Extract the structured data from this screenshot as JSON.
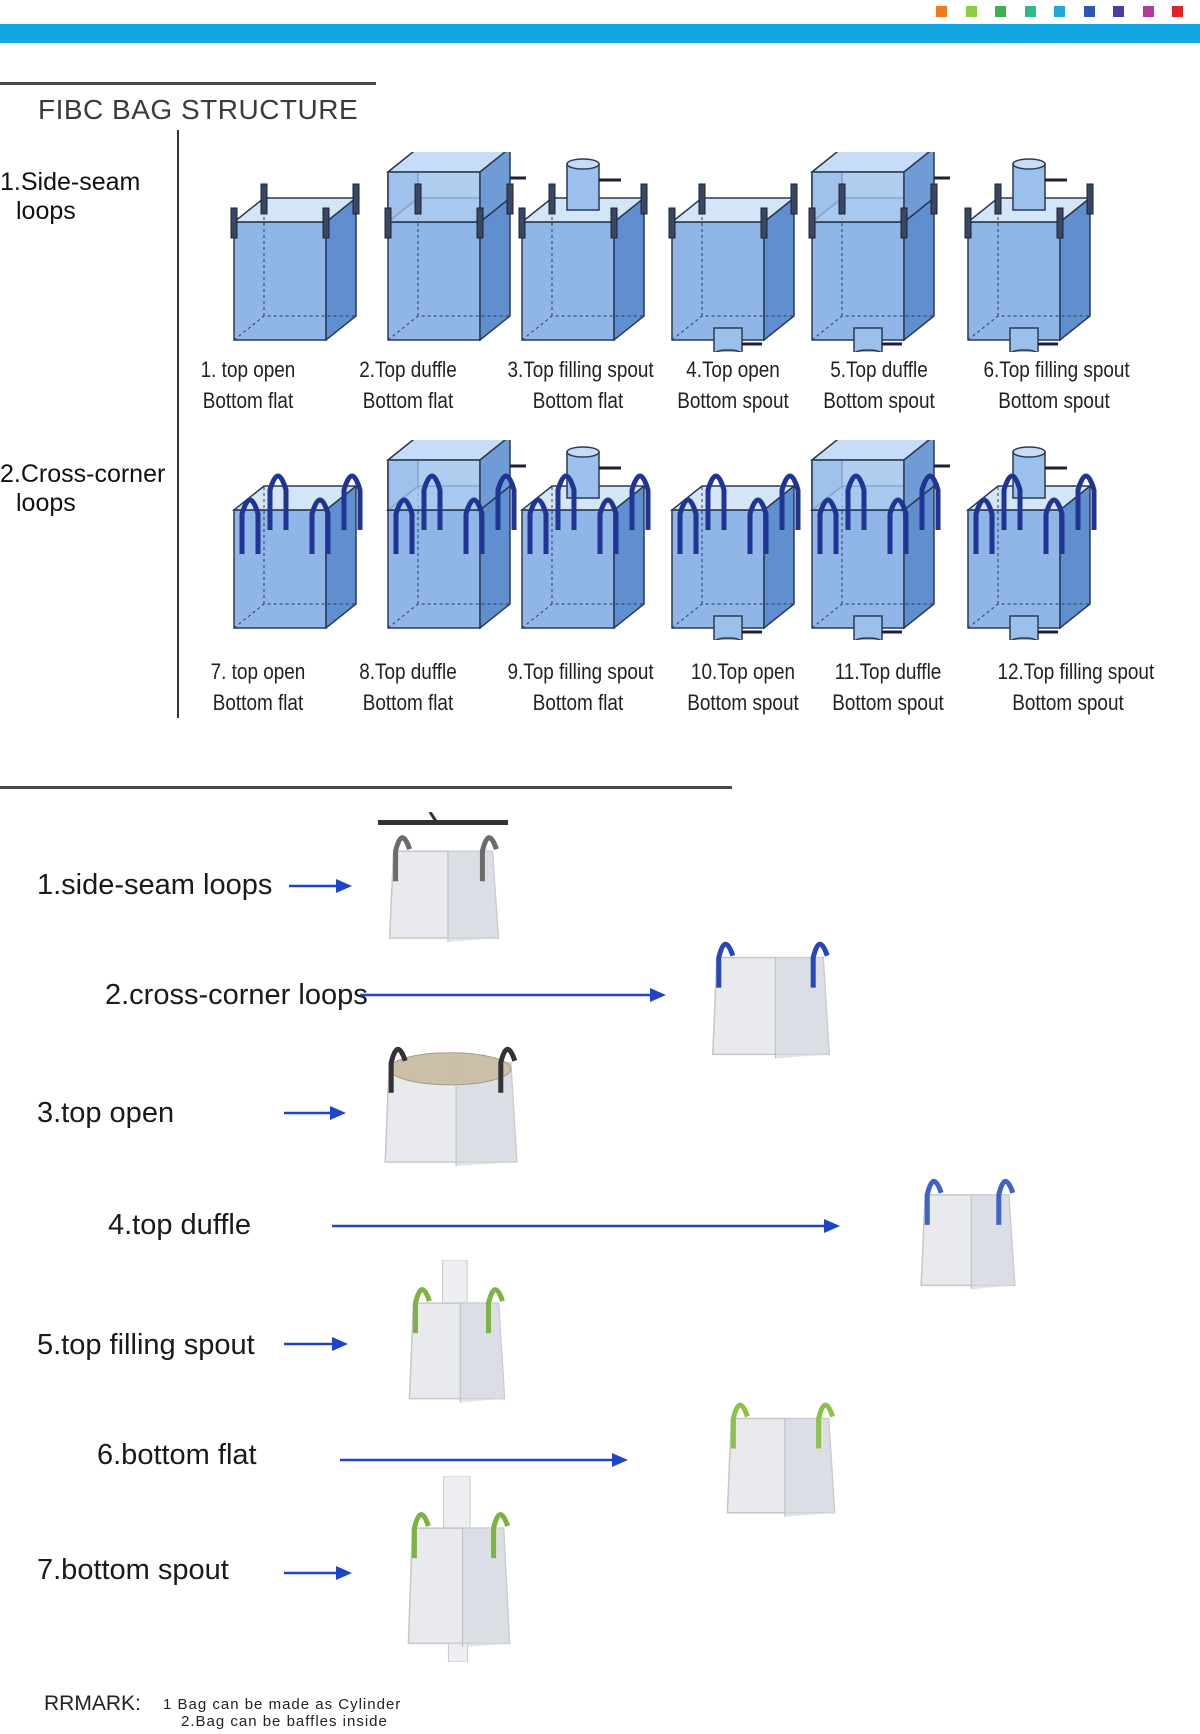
{
  "header": {
    "accent_color": "#12a6e3",
    "swatch_colors": [
      "#f07a1e",
      "#8ccf3c",
      "#3cb34a",
      "#2fb990",
      "#1ea7dd",
      "#2f55b8",
      "#4a3fa0",
      "#b4399a",
      "#e02424"
    ]
  },
  "structure": {
    "title": "FIBC BAG STRUCTURE",
    "rows": [
      {
        "label_line1": "1.Side-seam",
        "label_line2": "loops",
        "items": [
          {
            "line1": "1. top  open",
            "line2": "Bottom flat"
          },
          {
            "line1": "2.Top duffle",
            "line2": "Bottom flat"
          },
          {
            "line1": "3.Top filling spout",
            "line2": "Bottom flat"
          },
          {
            "line1": "4.Top open",
            "line2": "Bottom spout"
          },
          {
            "line1": "5.Top duffle",
            "line2": "Bottom spout"
          },
          {
            "line1": "6.Top filling spout",
            "line2": "Bottom spout"
          }
        ]
      },
      {
        "label_line1": "2.Cross-corner",
        "label_line2": "loops",
        "items": [
          {
            "line1": "7. top  open",
            "line2": "Bottom flat"
          },
          {
            "line1": "8.Top duffle",
            "line2": "Bottom flat"
          },
          {
            "line1": "9.Top filling spout",
            "line2": "Bottom flat"
          },
          {
            "line1": "10.Top open",
            "line2": "Bottom spout"
          },
          {
            "line1": "11.Top duffle",
            "line2": "Bottom spout"
          },
          {
            "line1": "12.Top filling spout",
            "line2": "Bottom spout"
          }
        ]
      }
    ]
  },
  "types": [
    {
      "label": "1.side-seam loops",
      "loop_color": "#6b6b6b"
    },
    {
      "label": "2.cross-corner loops",
      "loop_color": "#2746b8"
    },
    {
      "label": "3.top open",
      "loop_color": "#333333"
    },
    {
      "label": "4.top duffle",
      "loop_color": "#3e63c4"
    },
    {
      "label": "5.top filling spout",
      "loop_color": "#7cb342"
    },
    {
      "label": "6.bottom flat",
      "loop_color": "#8bc34a"
    },
    {
      "label": "7.bottom spout",
      "loop_color": "#7cb342"
    }
  ],
  "remark": {
    "label": "RRMARK:",
    "item1": "1 Bag can be made as Cylinder",
    "item2": "2.Bag can be baffles inside"
  }
}
